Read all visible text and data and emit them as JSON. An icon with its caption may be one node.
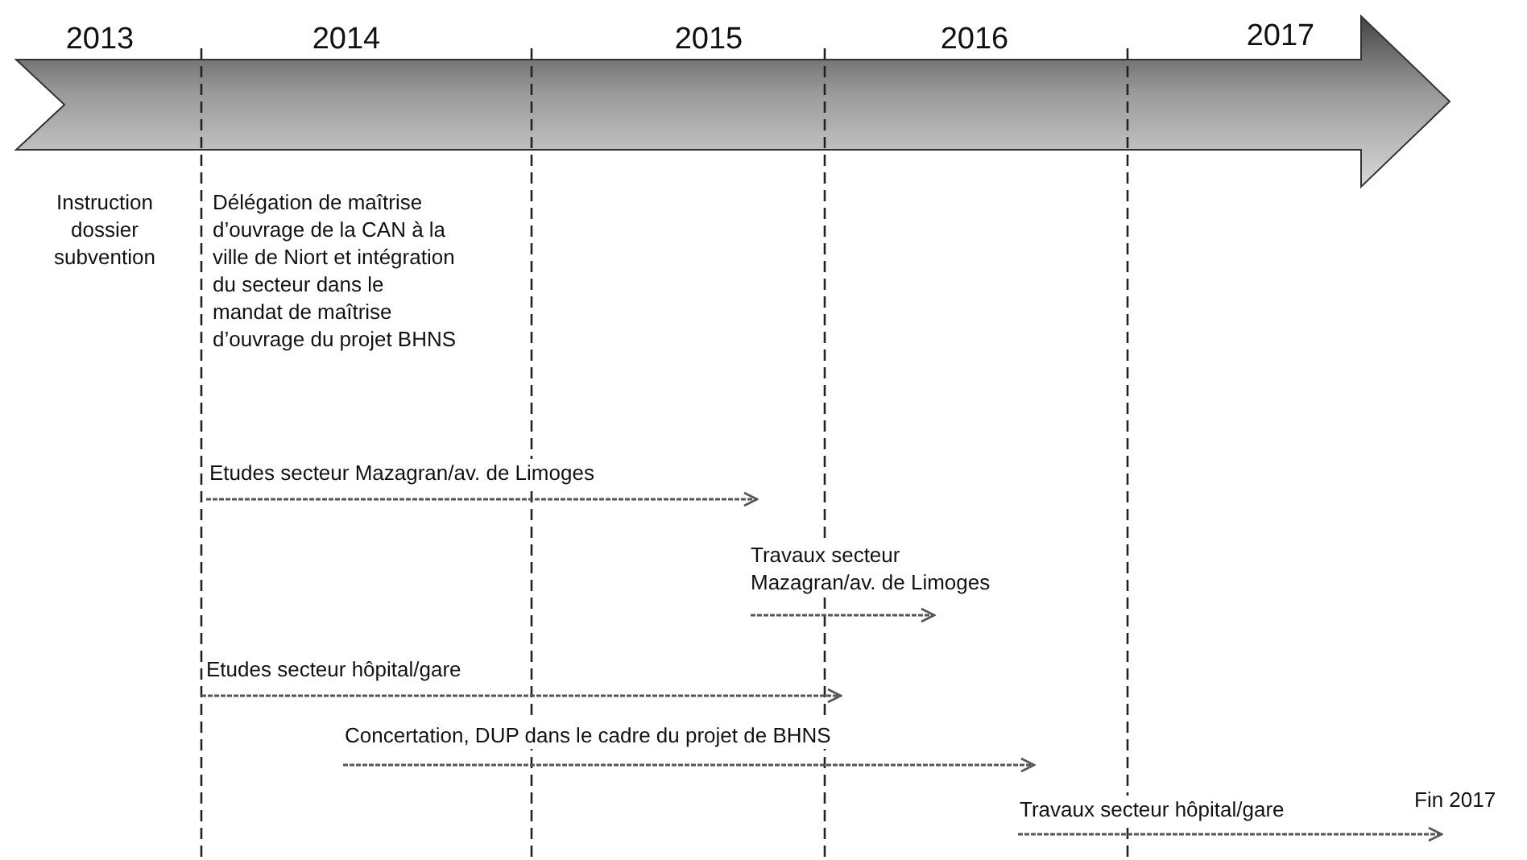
{
  "diagram": {
    "labels": [
      "2013",
      "2014",
      "2015",
      "2016",
      "2017",
      "Instruction dossier subvention",
      "Délégation de maîtrise d’ouvrage de la CAN à la ville de Niort et intégration du secteur dans le mandat de maîtrise d’ouvrage du projet BHNS",
      "Etudes secteur Mazagran/av. de Limoges",
      "Travaux secteur Mazagran/av. de Limoges",
      "Etudes secteur hôpital/gare",
      "Concertation, DUP dans le cadre du projet de BHNS",
      "Travaux secteur hôpital/gare",
      "Fin 2017"
    ]
  }
}
